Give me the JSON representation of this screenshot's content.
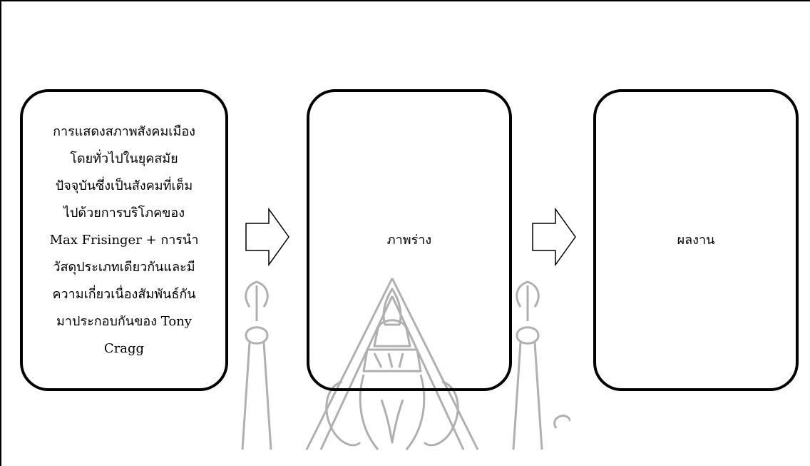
{
  "diagram": {
    "steps": [
      {
        "text": "การแสดงสภาพสังคมเมืองโดยทั่วไปในยุคสมัยปัจจุบันซึ่งเป็นสังคมที่เต็มไปด้วยการบริโภคของ Max Frisinger + การนำวัสดุประเภทเดียวกันและมีความเกี่ยวเนื่องสัมพันธ์กันมาประกอบกันของ Tony Cragg"
      },
      {
        "text": "ภาพร่าง"
      },
      {
        "text": "ผลงาน"
      }
    ],
    "step1_lines": [
      "การแสดงสภาพสังคมเมือง",
      "โดยทั่วไปในยุคสมัย",
      "ปัจจุบันซึ่งเป็นสังคมที่เต็ม",
      "ไปด้วยการบริโภคของ",
      "Max Frisinger + การนำ",
      "วัสดุประเภทเดียวกันและมี",
      "ความเกี่ยวเนื่องสัมพันธ์กัน",
      "มาประกอบกันของ Tony",
      "Cragg"
    ]
  },
  "colors": {
    "stroke": "#000000",
    "watermark": "#b0b0b0",
    "background": "#ffffff"
  },
  "icons": [
    "right-arrow-icon",
    "ganesha-watermark-icon"
  ]
}
